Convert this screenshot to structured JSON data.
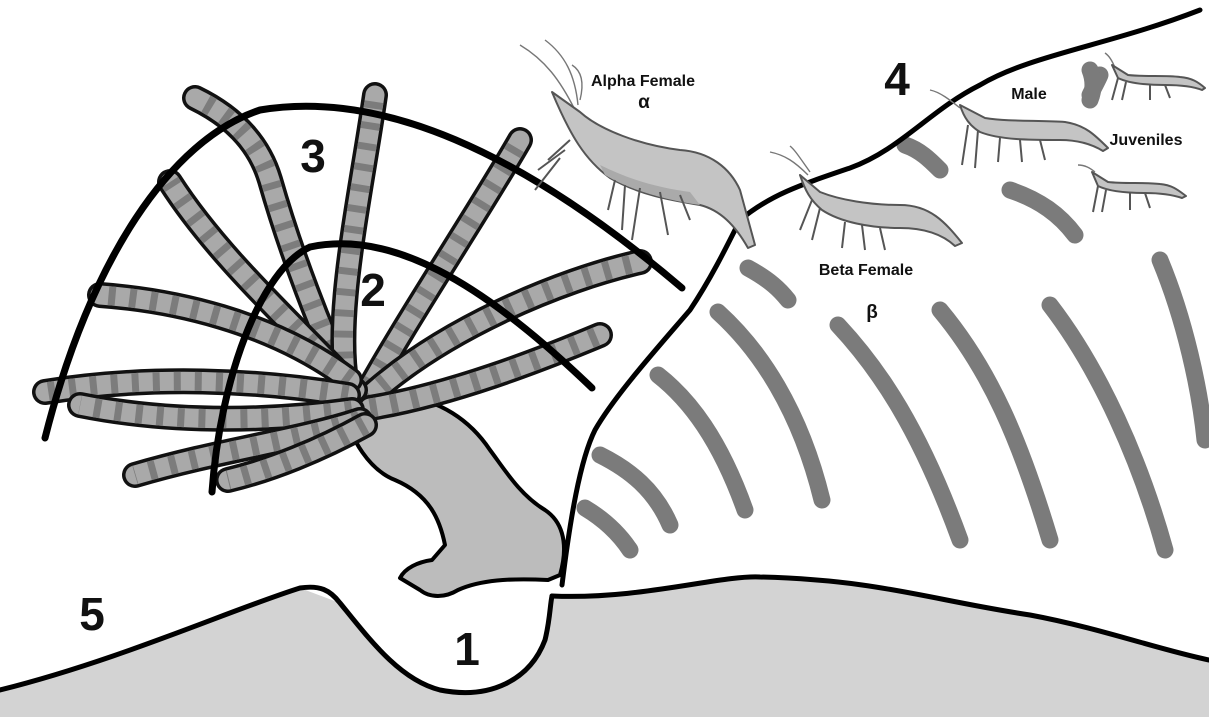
{
  "diagram": {
    "zone_labels": [
      "1",
      "2",
      "3",
      "4",
      "5"
    ],
    "shrimp_labels": {
      "alpha_female": "Alpha Female",
      "alpha_symbol": "α",
      "beta_female": "Beta Female",
      "beta_symbol": "β",
      "male": "Male",
      "juveniles": "Juveniles"
    },
    "colors": {
      "outline": "#000000",
      "seabed": "#d3d3d3",
      "anemone_column": "#bcbcbc",
      "tentacle": "#a9a9a9",
      "tentacle_band": "#7c7c7c",
      "wave": "#7b7b7b",
      "shrimp": "#c4c4c4"
    }
  }
}
